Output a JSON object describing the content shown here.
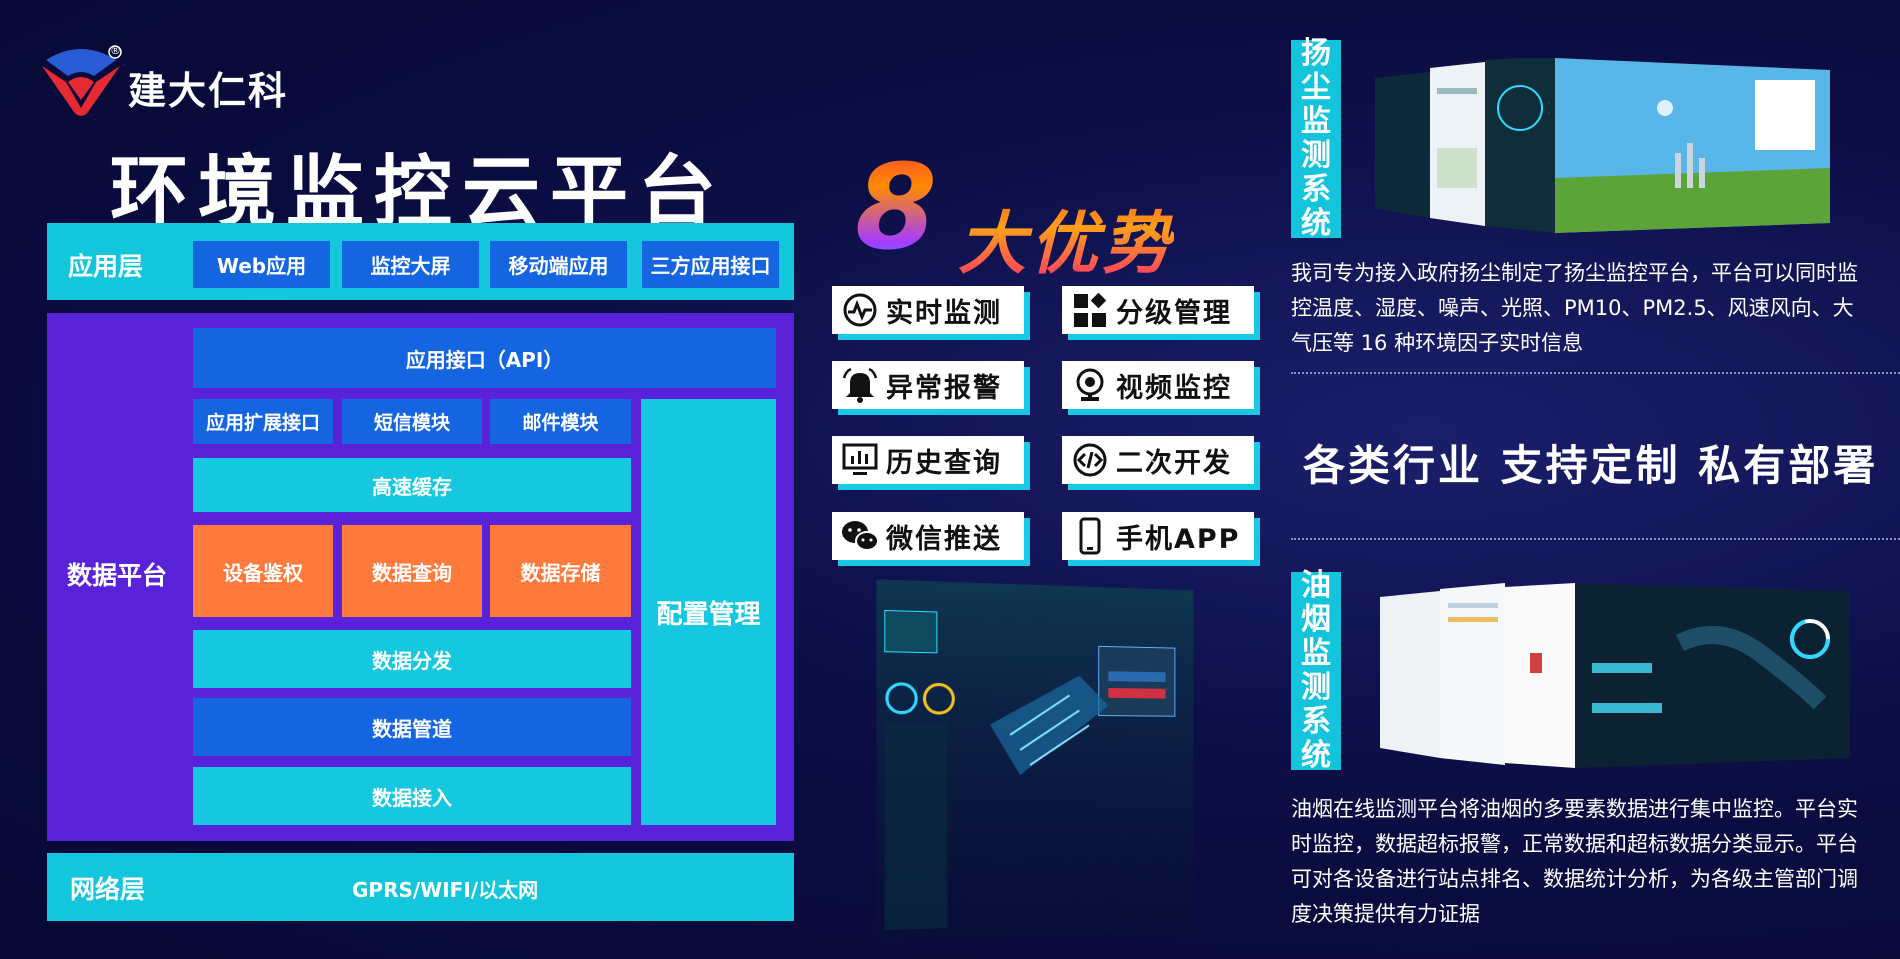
{
  "brand": {
    "name": "建大仁科",
    "registered": "®"
  },
  "title": "环境监控云平台",
  "architecture": {
    "app_layer": {
      "label": "应用层",
      "items": [
        "Web应用",
        "监控大屏",
        "移动端应用",
        "三方应用接口"
      ]
    },
    "data_platform": {
      "label": "数据平台",
      "api": "应用接口（API）",
      "modules": [
        "应用扩展接口",
        "短信模块",
        "邮件模块"
      ],
      "cache": "高速缓存",
      "core": [
        "设备鉴权",
        "数据查询",
        "数据存储"
      ],
      "distribute": "数据分发",
      "pipeline": "数据管道",
      "ingest": "数据接入",
      "config": "配置管理"
    },
    "network_layer": {
      "label": "网络层",
      "content": "GPRS/WIFI/以太网"
    }
  },
  "advantages": {
    "heading_number": "8",
    "heading_text": "大优势",
    "items": [
      {
        "label": "实时监测",
        "icon": "realtime-target-icon"
      },
      {
        "label": "分级管理",
        "icon": "grid-blocks-icon"
      },
      {
        "label": "异常报警",
        "icon": "alarm-bell-icon"
      },
      {
        "label": "视频监控",
        "icon": "webcam-icon"
      },
      {
        "label": "历史查询",
        "icon": "monitor-chart-icon"
      },
      {
        "label": "二次开发",
        "icon": "code-icon"
      },
      {
        "label": "微信推送",
        "icon": "wechat-icon"
      },
      {
        "label": "手机APP",
        "icon": "mobile-phone-icon"
      }
    ]
  },
  "dust_system": {
    "title_chars": [
      "扬",
      "尘",
      "监",
      "测",
      "系",
      "统"
    ],
    "description": "我司专为接入政府扬尘制定了扬尘监控平台，平台可以同时监控温度、湿度、噪声、光照、PM10、PM2.5、风速风向、大气压等 16 种环境因子实时信息"
  },
  "slogan": "各类行业  支持定制  私有部署",
  "fume_system": {
    "title_chars": [
      "油",
      "烟",
      "监",
      "测",
      "系",
      "统"
    ],
    "description": "油烟在线监测平台将油烟的多要素数据进行集中监控。平台实时监控，数据超标报警，正常数据和超标数据分类显示。平台可对各设备进行站点排名、数据统计分析，为各级主管部门调度决策提供有力证据"
  },
  "colors": {
    "background": "#0c0e45",
    "cyan": "#13c6dc",
    "blue": "#1565e0",
    "purple": "#5a22d8",
    "orange": "#ff7a3d",
    "logo_red": "#e52a32",
    "logo_blue": "#2a5bd7"
  }
}
